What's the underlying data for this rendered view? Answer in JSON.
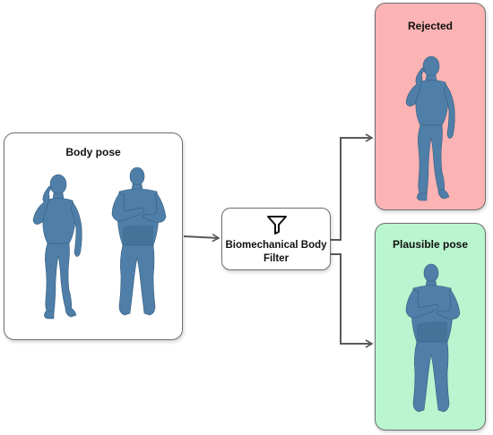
{
  "input": {
    "title": "Body pose",
    "figures": [
      "figure-hand-at-face",
      "figure-hand-on-chest"
    ]
  },
  "filter": {
    "label": "Biomechanical Body Filter",
    "icon": "funnel-icon"
  },
  "outputs": {
    "rejected": {
      "title": "Rejected",
      "color": "#fbb3b3"
    },
    "plausible": {
      "title": "Plausible pose",
      "color": "#b9f5cf"
    }
  },
  "colors": {
    "body": "#4f7fa8",
    "arrow": "#595959"
  }
}
